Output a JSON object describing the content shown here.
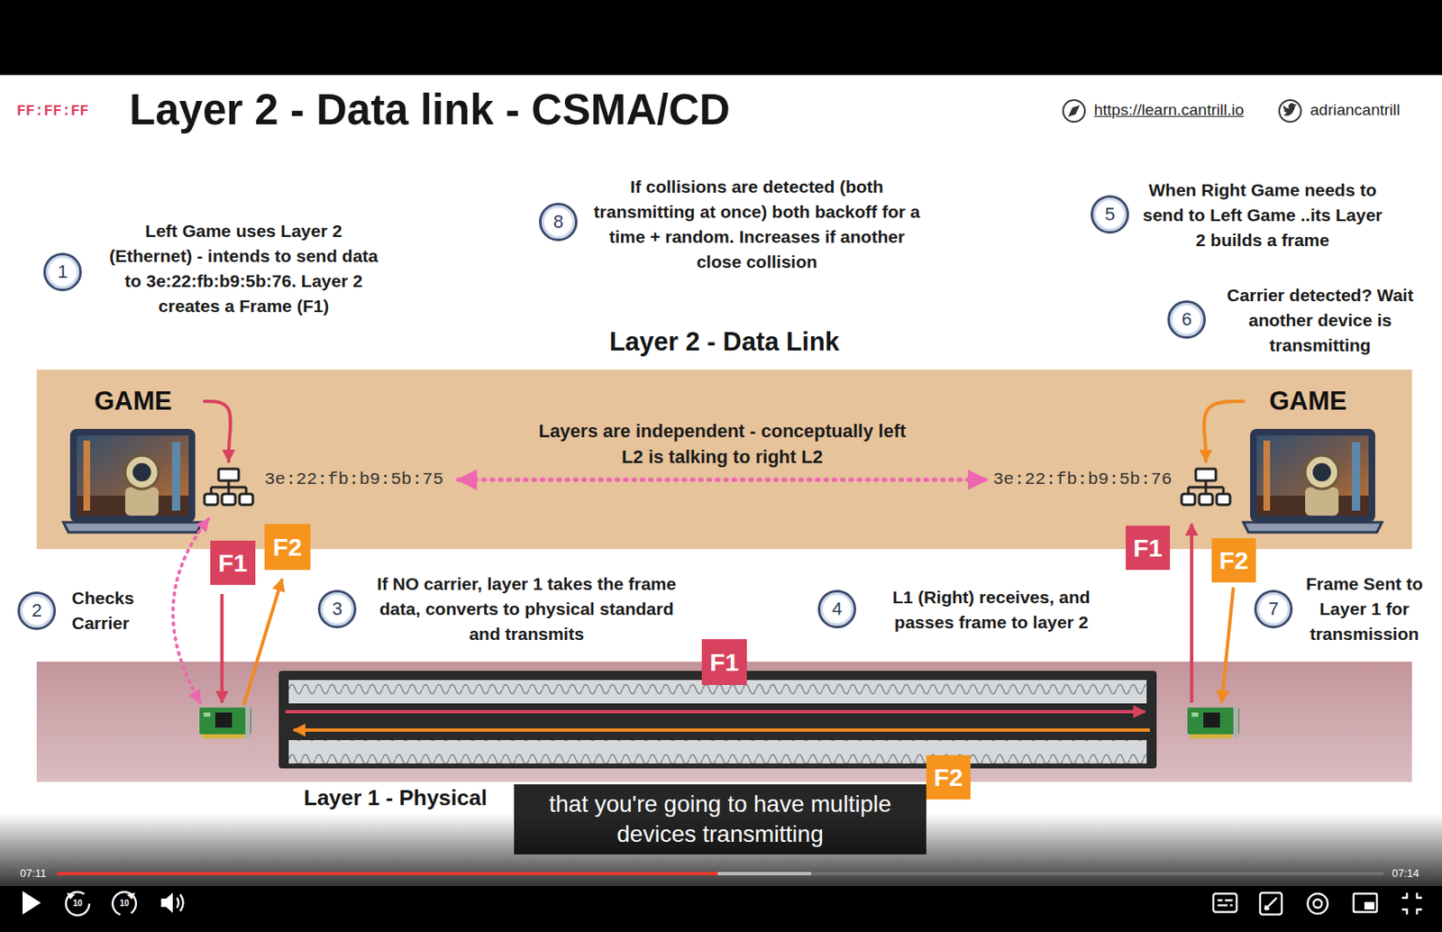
{
  "diagram": {
    "title": "Layer 2 - Data link - CSMA/CD",
    "nodes": [
      {
        "text": [
          "1",
          "Left Game uses Layer 2 (Ethernet) - intends to send data to 3e:22:fb:b9:5b:76. Layer 2 creates a Frame (F1)"
        ]
      },
      {
        "text": [
          "8",
          "If collisions are detected (both transmitting at once) both backoff for a time + random. Increases if another close collision"
        ]
      },
      {
        "text": [
          "5",
          "When Right Game needs to send to Left Game ..its Layer 2 builds a frame"
        ]
      },
      {
        "text": [
          "6",
          "Carrier detected? Wait another device is transmitting"
        ]
      },
      {
        "text": [
          "Layer 2 - Data Link"
        ]
      },
      {
        "text": [
          "GAME"
        ],
        "in": 4
      },
      {
        "text": [
          "3e:22:fb:b9:5b:75"
        ],
        "in": 4
      },
      {
        "text": [
          "3e:22:fb:b9:5b:76"
        ],
        "in": 4
      },
      {
        "text": [
          "GAME"
        ],
        "in": 4
      },
      {
        "text": [
          "F1"
        ]
      },
      {
        "text": [
          "F2"
        ]
      },
      {
        "text": [
          "F1"
        ]
      },
      {
        "text": [
          "F2"
        ]
      },
      {
        "text": [
          "2",
          "Checks Carrier"
        ]
      },
      {
        "text": [
          "3",
          "If NO carrier, layer 1 takes the frame data, converts to physical standard and transmits"
        ]
      },
      {
        "text": [
          "4",
          "L1 (Right) receives, and passes frame to layer 2"
        ]
      },
      {
        "text": [
          "7",
          "Frame Sent to Layer 1 for transmission"
        ]
      },
      {
        "text": [
          "Layer 1 - Physical"
        ]
      },
      {
        "text": [
          "F1"
        ],
        "in": 17
      },
      {
        "text": [
          "F2"
        ],
        "in": 17
      }
    ],
    "edges": [
      {
        "from": 5,
        "to": 6,
        "arrow": "to"
      },
      {
        "from": 8,
        "to": 7,
        "arrow": "to"
      },
      {
        "from": 6,
        "to": 7,
        "label": "Layers are independent - conceptually left L2 is talking to right L2",
        "arrow": "both"
      }
    ],
    "labels": [
      "FF:FF:FF",
      "https://learn.cantrill.io",
      "adriancantrill",
      "that you're going to have multiple devices transmitting",
      "07:11",
      "07:14",
      "10",
      "10"
    ]
  }
}
